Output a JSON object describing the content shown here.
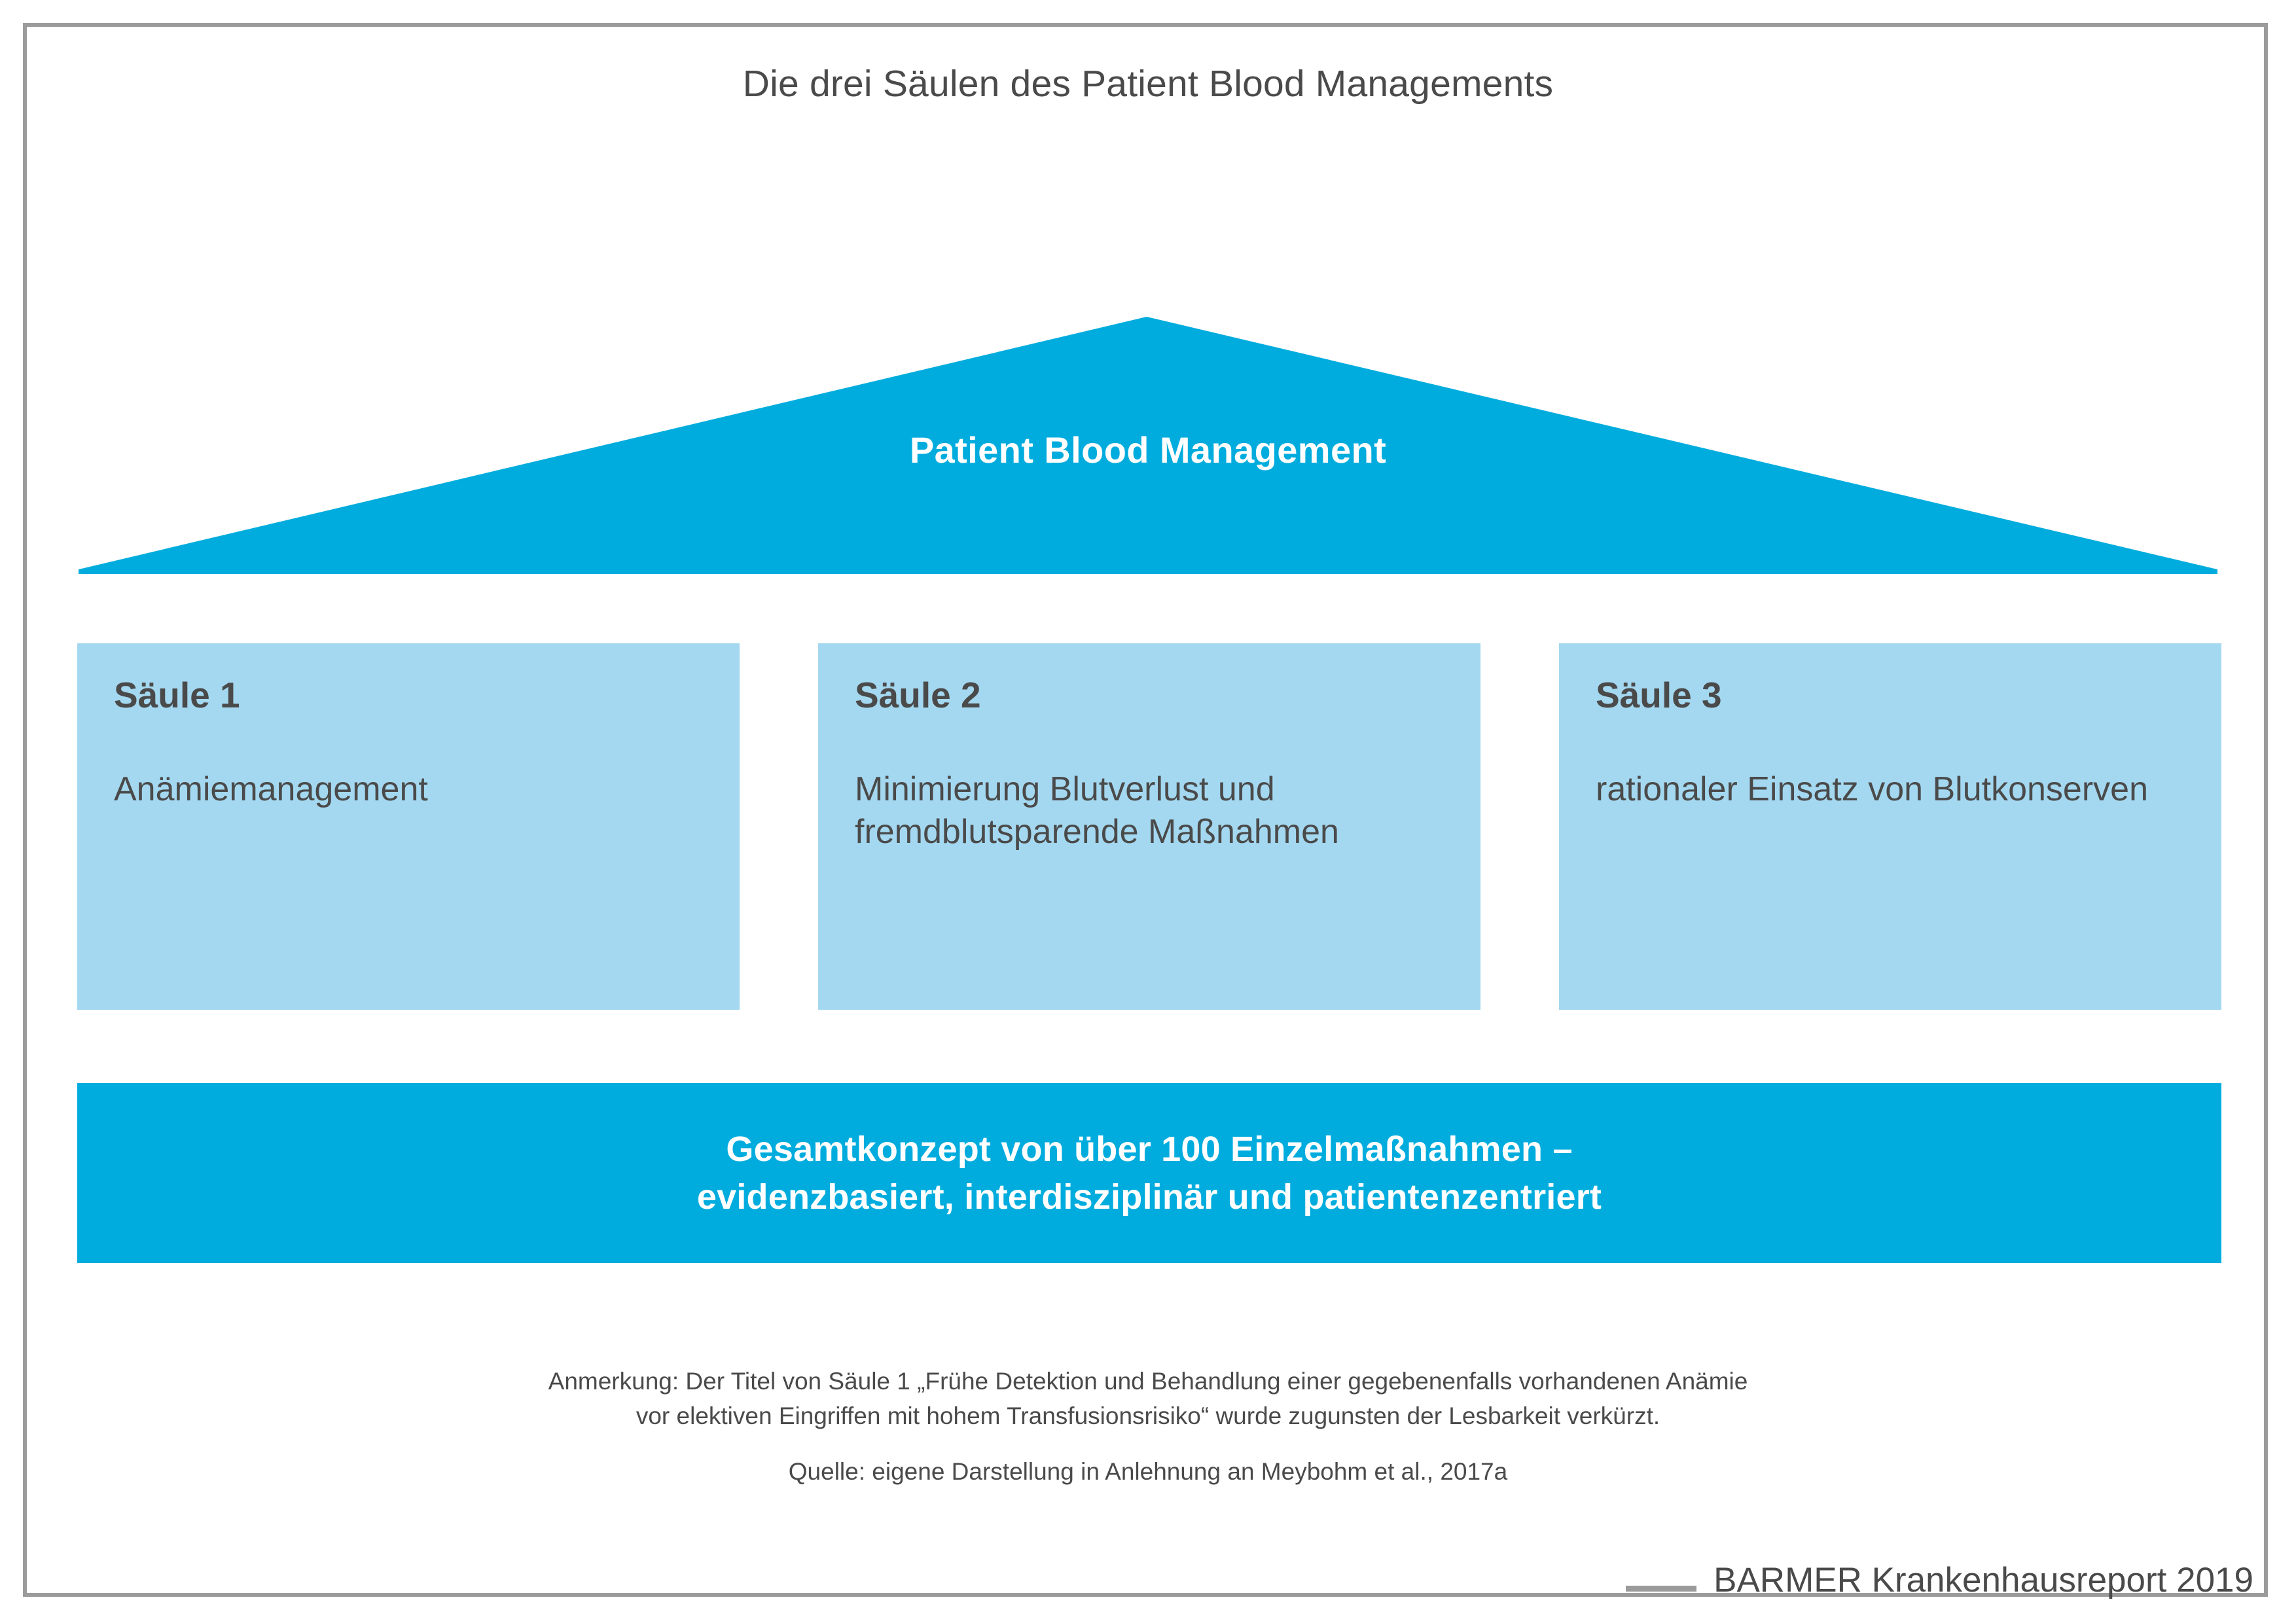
{
  "figure": {
    "title": "Die drei Säulen des Patient Blood Managements"
  },
  "colors": {
    "accent_dark": "#00ACDD",
    "accent_light": "#A4D8F0",
    "text": "#4A4A4A",
    "frame": "#9B9B9B",
    "on_accent": "#FFFFFF"
  },
  "roof": {
    "label": "Patient Blood Management"
  },
  "pillars": [
    {
      "heading": "Säule 1",
      "body": "Anämiemanagement"
    },
    {
      "heading": "Säule 2",
      "body": "Minimierung Blutverlust und fremdblutsparende Maßnahmen"
    },
    {
      "heading": "Säule 3",
      "body": "rationaler Einsatz von Blutkonserven"
    }
  ],
  "foundation": {
    "line1": "Gesamtkonzept von über 100 Einzelmaßnahmen –",
    "line2": "evidenzbasiert, interdisziplinär und patientenzentriert"
  },
  "notes": {
    "line1": "Anmerkung: Der Titel von Säule 1 „Frühe Detektion und Behandlung einer gegebenenfalls vorhandenen Anämie",
    "line2": "vor elektiven Eingriffen mit hohem Transfusionsrisiko“ wurde zugunsten der Lesbarkeit verkürzt.",
    "source": "Quelle: eigene Darstellung in Anlehnung an Meybohm et al., 2017a"
  },
  "footer": {
    "report": "BARMER Krankenhausreport 2019"
  },
  "chart_data": {
    "type": "diagram",
    "subtype": "house-three-pillars",
    "title": "Die drei Säulen des Patient Blood Managements",
    "roof_label": "Patient Blood Management",
    "pillar_labels": [
      "Säule 1",
      "Säule 2",
      "Säule 3"
    ],
    "pillar_contents": [
      "Anämiemanagement",
      "Minimierung Blutverlust und fremdblutsparende Maßnahmen",
      "rationaler Einsatz von Blutkonserven"
    ],
    "base_label": "Gesamtkonzept von über 100 Einzelmaßnahmen – evidenzbasiert, interdisziplinär und patientenzentriert",
    "measures_count": 100,
    "source": "eigene Darstellung in Anlehnung an Meybohm et al., 2017a",
    "report_year": 2019
  }
}
